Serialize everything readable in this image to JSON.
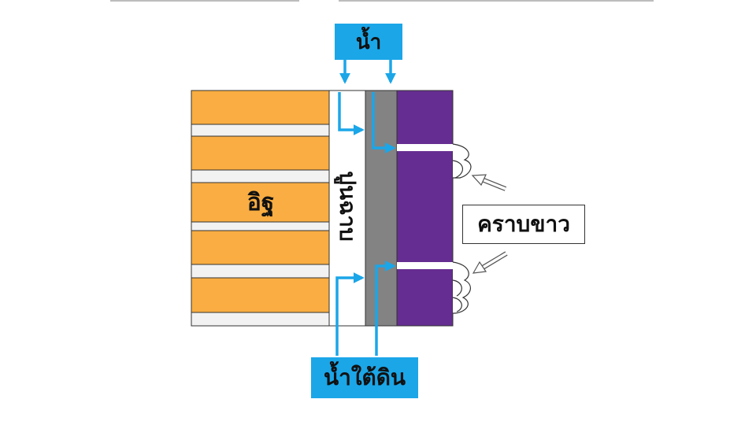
{
  "labels": {
    "water": "น้ำ",
    "groundwater": "น้ำใต้ดิน",
    "brick": "อิฐ",
    "plaster": "ปูนฉาบ",
    "efflorescence": "คราบขาว"
  },
  "colors": {
    "brick": "#f9ad42",
    "mortar_joint": "#f2f2f2",
    "plaster": "#ffffff",
    "grey_layer": "#838383",
    "purple_paint": "#652d91",
    "water_arrow": "#1ba6e8",
    "label_box": "#1ba6e8",
    "outline": "#333333"
  }
}
